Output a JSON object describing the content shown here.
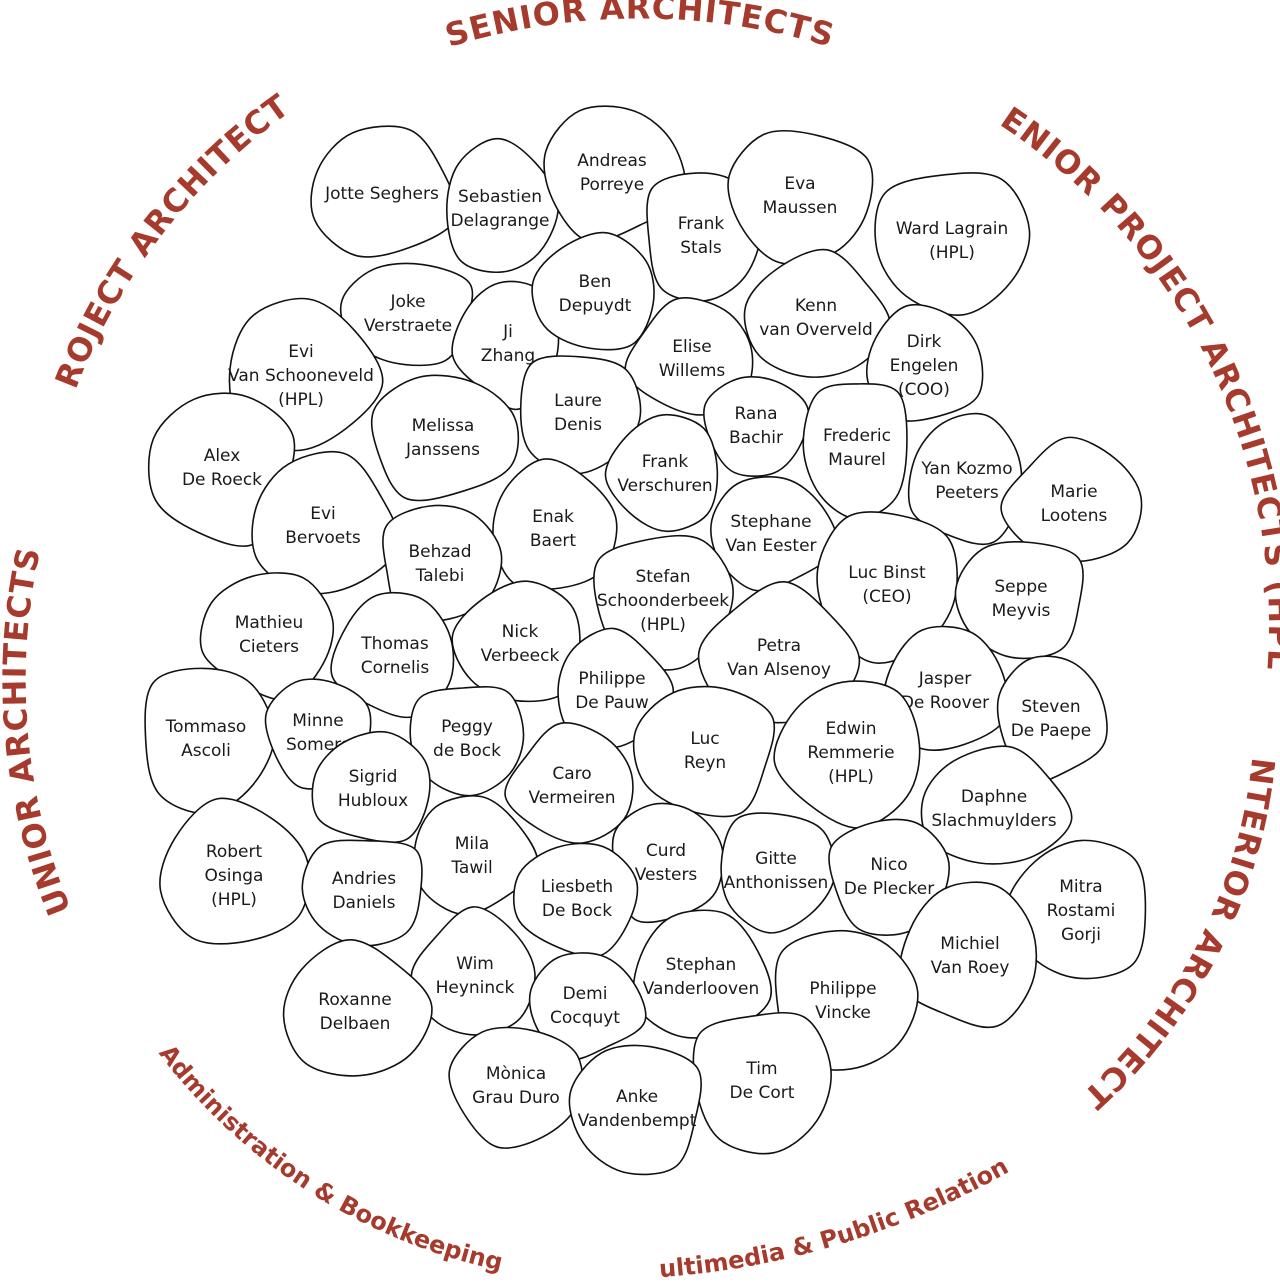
{
  "colors": {
    "accent": "#a63a2c",
    "stroke": "#111111",
    "text": "#1a1a1a"
  },
  "categories": {
    "senior": "SENIOR ARCHITECTS",
    "senior_project": "SENIOR PROJECT ARCHITECTS (HPL)",
    "interior": "INTERIOR ARCHITECTS",
    "multimedia": "Multimedia & Public Relations",
    "administration": "Administration & Bookkeeping",
    "junior": "JUNIOR ARCHITECTS",
    "project": "PROJECT ARCHITECTS"
  },
  "people": [
    {
      "id": "jotte-seghers",
      "lines": [
        "Jotte Seghers"
      ]
    },
    {
      "id": "sebastien-delagrange",
      "lines": [
        "Sebastien",
        "Delagrange"
      ]
    },
    {
      "id": "andreas-porreye",
      "lines": [
        "Andreas",
        "Porreye"
      ]
    },
    {
      "id": "frank-stals",
      "lines": [
        "Frank",
        "Stals"
      ]
    },
    {
      "id": "eva-maussen",
      "lines": [
        "Eva",
        "Maussen"
      ]
    },
    {
      "id": "ward-lagrain",
      "lines": [
        "Ward Lagrain",
        "(HPL)"
      ]
    },
    {
      "id": "joke-verstraete",
      "lines": [
        "Joke",
        "Verstraete"
      ]
    },
    {
      "id": "ji-zhang",
      "lines": [
        "Ji",
        "Zhang"
      ]
    },
    {
      "id": "ben-depuydt",
      "lines": [
        "Ben",
        "Depuydt"
      ]
    },
    {
      "id": "elise-willems",
      "lines": [
        "Elise",
        "Willems"
      ]
    },
    {
      "id": "kenn-van-overveld",
      "lines": [
        "Kenn",
        "van Overveld"
      ]
    },
    {
      "id": "dirk-engelen",
      "lines": [
        "Dirk",
        "Engelen",
        "(COO)"
      ]
    },
    {
      "id": "evi-van-schooneveld",
      "lines": [
        "Evi",
        "Van Schooneveld",
        "(HPL)"
      ]
    },
    {
      "id": "melissa-janssens",
      "lines": [
        "Melissa",
        "Janssens"
      ]
    },
    {
      "id": "laure-denis",
      "lines": [
        "Laure",
        "Denis"
      ]
    },
    {
      "id": "rana-bachir",
      "lines": [
        "Rana",
        "Bachir"
      ]
    },
    {
      "id": "frederic-maurel",
      "lines": [
        "Frederic",
        "Maurel"
      ]
    },
    {
      "id": "alex-de-roeck",
      "lines": [
        "Alex",
        "De Roeck"
      ]
    },
    {
      "id": "frank-verschuren",
      "lines": [
        "Frank",
        "Verschuren"
      ]
    },
    {
      "id": "yan-kozmo-peeters",
      "lines": [
        "Yan Kozmo",
        "Peeters"
      ]
    },
    {
      "id": "marie-lootens",
      "lines": [
        "Marie",
        "Lootens"
      ]
    },
    {
      "id": "evi-bervoets",
      "lines": [
        "Evi",
        "Bervoets"
      ]
    },
    {
      "id": "enak-baert",
      "lines": [
        "Enak",
        "Baert"
      ]
    },
    {
      "id": "stephane-van-eester",
      "lines": [
        "Stephane",
        "Van Eester"
      ]
    },
    {
      "id": "behzad-talebi",
      "lines": [
        "Behzad",
        "Talebi"
      ]
    },
    {
      "id": "luc-binst",
      "lines": [
        "Luc Binst",
        "(CEO)"
      ]
    },
    {
      "id": "stefan-schoonderbeek",
      "lines": [
        "Stefan",
        "Schoonderbeek",
        "(HPL)"
      ]
    },
    {
      "id": "seppe-meyvis",
      "lines": [
        "Seppe",
        "Meyvis"
      ]
    },
    {
      "id": "mathieu-cieters",
      "lines": [
        "Mathieu",
        "Cieters"
      ]
    },
    {
      "id": "nick-verbeeck",
      "lines": [
        "Nick",
        "Verbeeck"
      ]
    },
    {
      "id": "thomas-cornelis",
      "lines": [
        "Thomas",
        "Cornelis"
      ]
    },
    {
      "id": "petra-van-alsenoy",
      "lines": [
        "Petra",
        "Van Alsenoy"
      ]
    },
    {
      "id": "jasper-de-roover",
      "lines": [
        "Jasper",
        "De Roover"
      ]
    },
    {
      "id": "philippe-de-pauw",
      "lines": [
        "Philippe",
        "De Pauw"
      ]
    },
    {
      "id": "steven-de-paepe",
      "lines": [
        "Steven",
        "De Paepe"
      ]
    },
    {
      "id": "tommaso-ascoli",
      "lines": [
        "Tommaso",
        "Ascoli"
      ]
    },
    {
      "id": "minne-somers",
      "lines": [
        "Minne",
        "Somers"
      ]
    },
    {
      "id": "peggy-de-bock",
      "lines": [
        "Peggy",
        "de Bock"
      ]
    },
    {
      "id": "luc-reyn",
      "lines": [
        "Luc",
        "Reyn"
      ]
    },
    {
      "id": "edwin-remmerie",
      "lines": [
        "Edwin",
        "Remmerie",
        "(HPL)"
      ]
    },
    {
      "id": "sigrid-hubloux",
      "lines": [
        "Sigrid",
        "Hubloux"
      ]
    },
    {
      "id": "caro-vermeiren",
      "lines": [
        "Caro",
        "Vermeiren"
      ]
    },
    {
      "id": "daphne-slachmuylders",
      "lines": [
        "Daphne",
        "Slachmuylders"
      ]
    },
    {
      "id": "robert-osinga",
      "lines": [
        "Robert",
        "Osinga",
        "(HPL)"
      ]
    },
    {
      "id": "mila-tawil",
      "lines": [
        "Mila",
        "Tawil"
      ]
    },
    {
      "id": "curd-vesters",
      "lines": [
        "Curd",
        "Vesters"
      ]
    },
    {
      "id": "gitte-anthonissen",
      "lines": [
        "Gitte",
        "Anthonissen"
      ]
    },
    {
      "id": "nico-de-plecker",
      "lines": [
        "Nico",
        "De Plecker"
      ]
    },
    {
      "id": "andries-daniels",
      "lines": [
        "Andries",
        "Daniels"
      ]
    },
    {
      "id": "liesbeth-de-bock",
      "lines": [
        "Liesbeth",
        "De Bock"
      ]
    },
    {
      "id": "mitra-rostami-gorji",
      "lines": [
        "Mitra",
        "Rostami",
        "Gorji"
      ]
    },
    {
      "id": "michiel-van-roey",
      "lines": [
        "Michiel",
        "Van Roey"
      ]
    },
    {
      "id": "wim-heyninck",
      "lines": [
        "Wim",
        "Heyninck"
      ]
    },
    {
      "id": "stephan-vanderlooven",
      "lines": [
        "Stephan",
        "Vanderlooven"
      ]
    },
    {
      "id": "roxanne-delbaen",
      "lines": [
        "Roxanne",
        "Delbaen"
      ]
    },
    {
      "id": "demi-cocquyt",
      "lines": [
        "Demi",
        "Cocquyt"
      ]
    },
    {
      "id": "philippe-vincke",
      "lines": [
        "Philippe",
        "Vincke"
      ]
    },
    {
      "id": "monica-grau-duro",
      "lines": [
        "Mònica",
        "Grau Duro"
      ]
    },
    {
      "id": "tim-de-cort",
      "lines": [
        "Tim",
        "De Cort"
      ]
    },
    {
      "id": "anke-vandenbempt",
      "lines": [
        "Anke",
        "Vandenbempt"
      ]
    }
  ]
}
